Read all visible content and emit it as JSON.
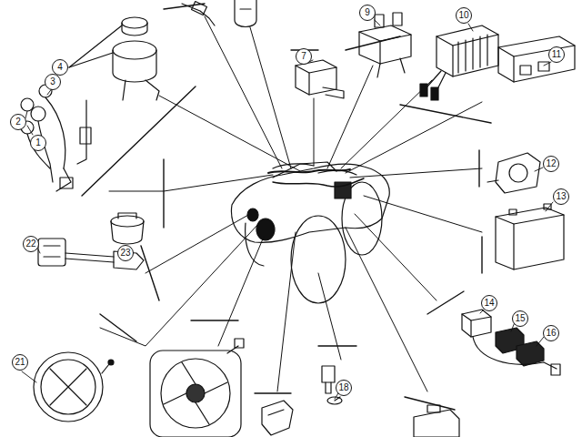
{
  "diagram": {
    "labels": [
      "1",
      "2",
      "3",
      "4",
      "7",
      "9",
      "10",
      "11",
      "12",
      "13",
      "14",
      "15",
      "16",
      "18",
      "21",
      "22",
      "23"
    ]
  }
}
